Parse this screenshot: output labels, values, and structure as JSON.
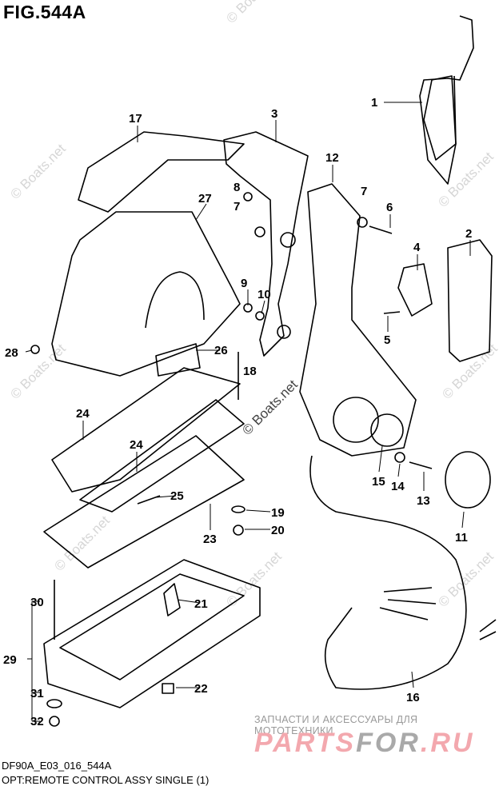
{
  "figure": {
    "title": "FIG.544A",
    "code": "DF90A_E03_016_544A",
    "caption": "OPT:REMOTE CONTROL ASSY SINGLE (1)"
  },
  "watermark": "© Boats.net",
  "vendor": {
    "tagline": "ЗАПЧАСТИ И АКСЕССУАРЫ ДЛЯ МОТОТЕХНИКИ",
    "logo_part1": "PARTS",
    "logo_part2": "FOR",
    "logo_part3": ".RU"
  },
  "callouts": [
    "1",
    "2",
    "3",
    "4",
    "5",
    "6",
    "7",
    "7",
    "8",
    "9",
    "10",
    "11",
    "12",
    "13",
    "14",
    "15",
    "16",
    "17",
    "18",
    "19",
    "20",
    "21",
    "22",
    "23",
    "24",
    "24",
    "25",
    "26",
    "27",
    "28",
    "29",
    "30",
    "31",
    "32"
  ]
}
